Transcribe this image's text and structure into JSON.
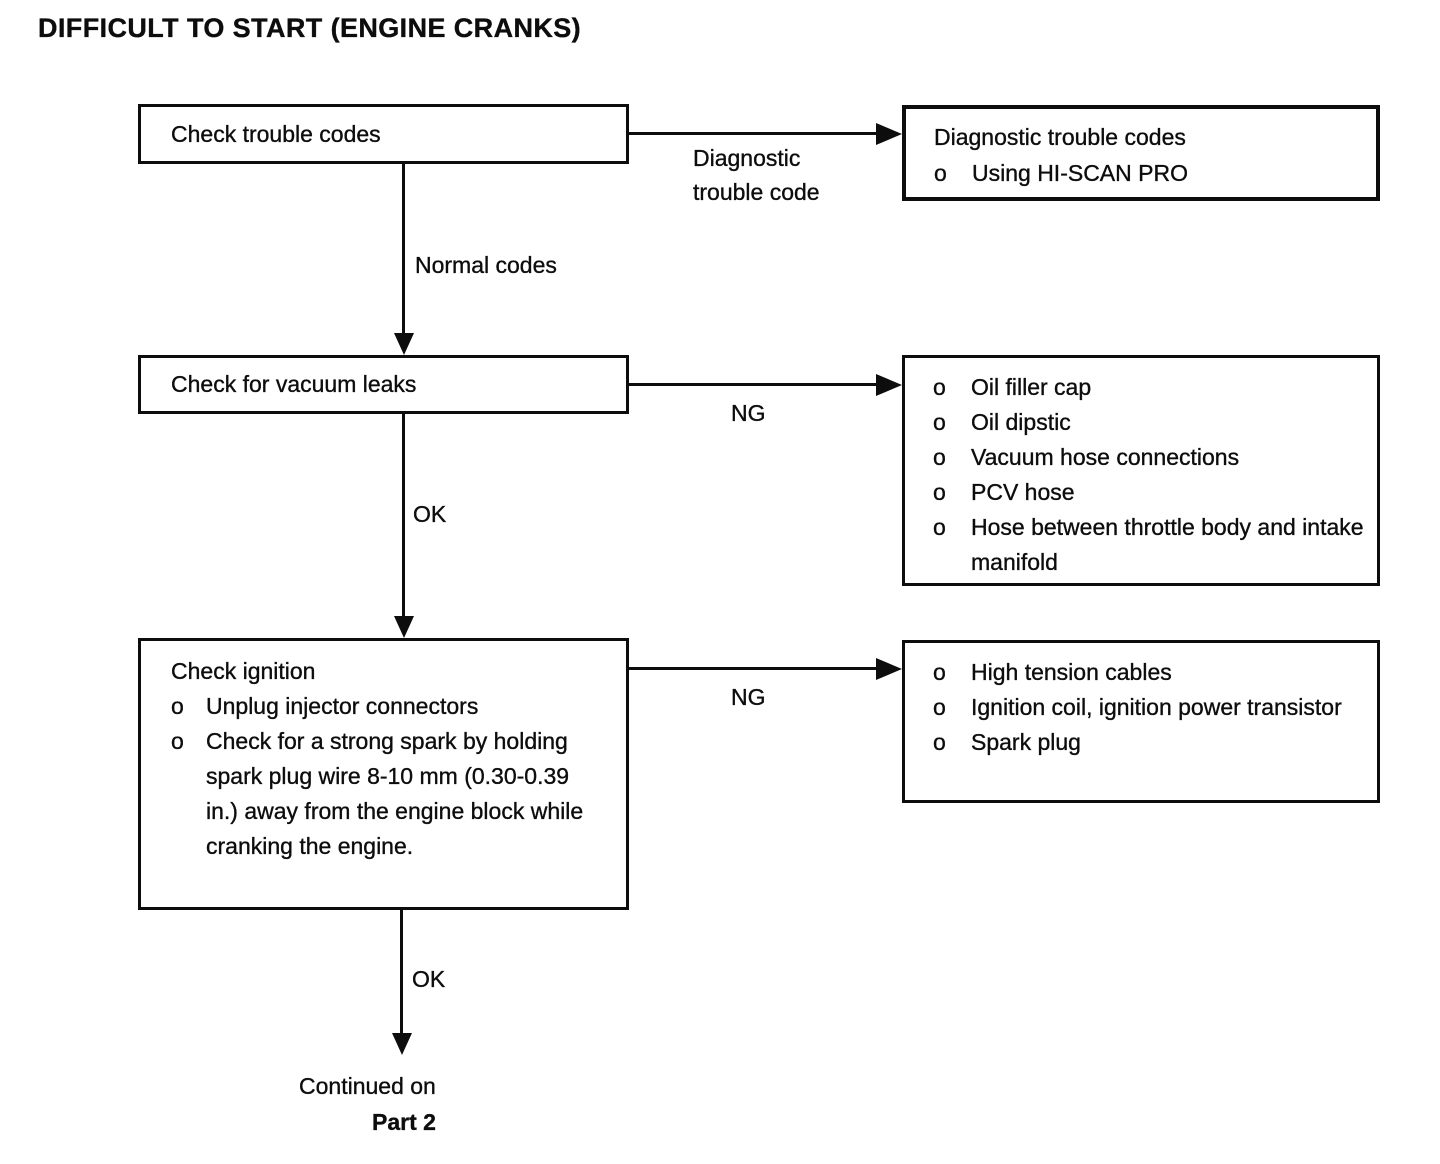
{
  "title": "DIFFICULT TO START (ENGINE CRANKS)",
  "bullet": "o",
  "nodes": {
    "step1": {
      "label": "Check trouble codes"
    },
    "result1": {
      "heading": "Diagnostic trouble codes",
      "items": [
        "Using HI-SCAN PRO"
      ]
    },
    "step2": {
      "label": "Check for vacuum leaks"
    },
    "result2": {
      "items": [
        "Oil filler cap",
        "Oil dipstic",
        "Vacuum hose connections",
        "PCV hose",
        "Hose between throttle body and intake manifold"
      ]
    },
    "step3": {
      "heading": "Check ignition",
      "items": [
        "Unplug injector connectors",
        "Check for a strong spark by holding spark plug wire 8-10 mm (0.30-0.39 in.) away from the engine block while cranking the engine."
      ]
    },
    "result3": {
      "items": [
        "High tension cables",
        "Ignition coil, ignition power transistor",
        "Spark plug"
      ]
    }
  },
  "edges": {
    "trouble_code": {
      "line1": "Diagnostic",
      "line2": "trouble code"
    },
    "normal_codes": "Normal codes",
    "ng1": "NG",
    "ok1": "OK",
    "ng2": "NG",
    "ok2": "OK"
  },
  "footer": {
    "line1": "Continued on",
    "line2": "Part 2"
  },
  "colors": {
    "ink": "#0d0d0d",
    "background": "#ffffff"
  }
}
